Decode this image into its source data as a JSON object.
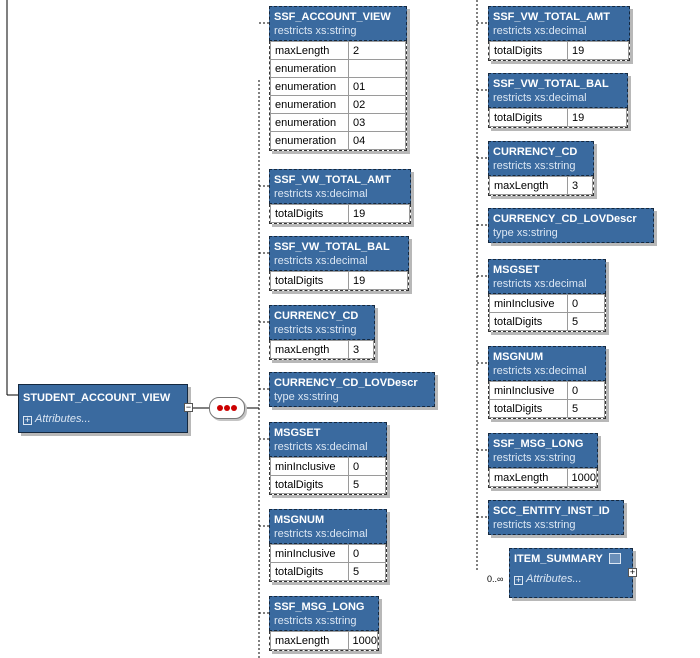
{
  "root": {
    "name": "STUDENT_ACCOUNT_VIEW",
    "attributes_label": "Attributes..."
  },
  "sequence": {
    "label": "sequence"
  },
  "left_column": [
    {
      "name": "SSF_ACCOUNT_VIEW",
      "type": "restricts xs:string",
      "facets": [
        [
          "maxLength",
          "2"
        ],
        [
          "enumeration",
          ""
        ],
        [
          "enumeration",
          "01"
        ],
        [
          "enumeration",
          "02"
        ],
        [
          "enumeration",
          "03"
        ],
        [
          "enumeration",
          "04"
        ]
      ]
    },
    {
      "name": "SSF_VW_TOTAL_AMT",
      "type": "restricts xs:decimal",
      "facets": [
        [
          "totalDigits",
          "19"
        ]
      ]
    },
    {
      "name": "SSF_VW_TOTAL_BAL",
      "type": "restricts xs:decimal",
      "facets": [
        [
          "totalDigits",
          "19"
        ]
      ]
    },
    {
      "name": "CURRENCY_CD",
      "type": "restricts xs:string",
      "facets": [
        [
          "maxLength",
          "3"
        ]
      ]
    },
    {
      "name": "CURRENCY_CD_LOVDescr",
      "type": "type xs:string",
      "facets": []
    },
    {
      "name": "MSGSET",
      "type": "restricts xs:decimal",
      "facets": [
        [
          "minInclusive",
          "0"
        ],
        [
          "totalDigits",
          "5"
        ]
      ]
    },
    {
      "name": "MSGNUM",
      "type": "restricts xs:decimal",
      "facets": [
        [
          "minInclusive",
          "0"
        ],
        [
          "totalDigits",
          "5"
        ]
      ]
    },
    {
      "name": "SSF_MSG_LONG",
      "type": "restricts xs:string",
      "facets": [
        [
          "maxLength",
          "1000"
        ]
      ]
    }
  ],
  "right_column": [
    {
      "name": "SSF_VW_TOTAL_AMT",
      "type": "restricts xs:decimal",
      "facets": [
        [
          "totalDigits",
          "19"
        ]
      ]
    },
    {
      "name": "SSF_VW_TOTAL_BAL",
      "type": "restricts xs:decimal",
      "facets": [
        [
          "totalDigits",
          "19"
        ]
      ]
    },
    {
      "name": "CURRENCY_CD",
      "type": "restricts xs:string",
      "facets": [
        [
          "maxLength",
          "3"
        ]
      ]
    },
    {
      "name": "CURRENCY_CD_LOVDescr",
      "type": "type xs:string",
      "facets": []
    },
    {
      "name": "MSGSET",
      "type": "restricts xs:decimal",
      "facets": [
        [
          "minInclusive",
          "0"
        ],
        [
          "totalDigits",
          "5"
        ]
      ]
    },
    {
      "name": "MSGNUM",
      "type": "restricts xs:decimal",
      "facets": [
        [
          "minInclusive",
          "0"
        ],
        [
          "totalDigits",
          "5"
        ]
      ]
    },
    {
      "name": "SSF_MSG_LONG",
      "type": "restricts xs:string",
      "facets": [
        [
          "maxLength",
          "1000"
        ]
      ]
    },
    {
      "name": "SCC_ENTITY_INST_ID",
      "type": "restricts xs:string",
      "facets": []
    }
  ],
  "item_summary": {
    "name": "ITEM_SUMMARY",
    "attributes_label": "Attributes...",
    "cardinality": "0..∞"
  }
}
